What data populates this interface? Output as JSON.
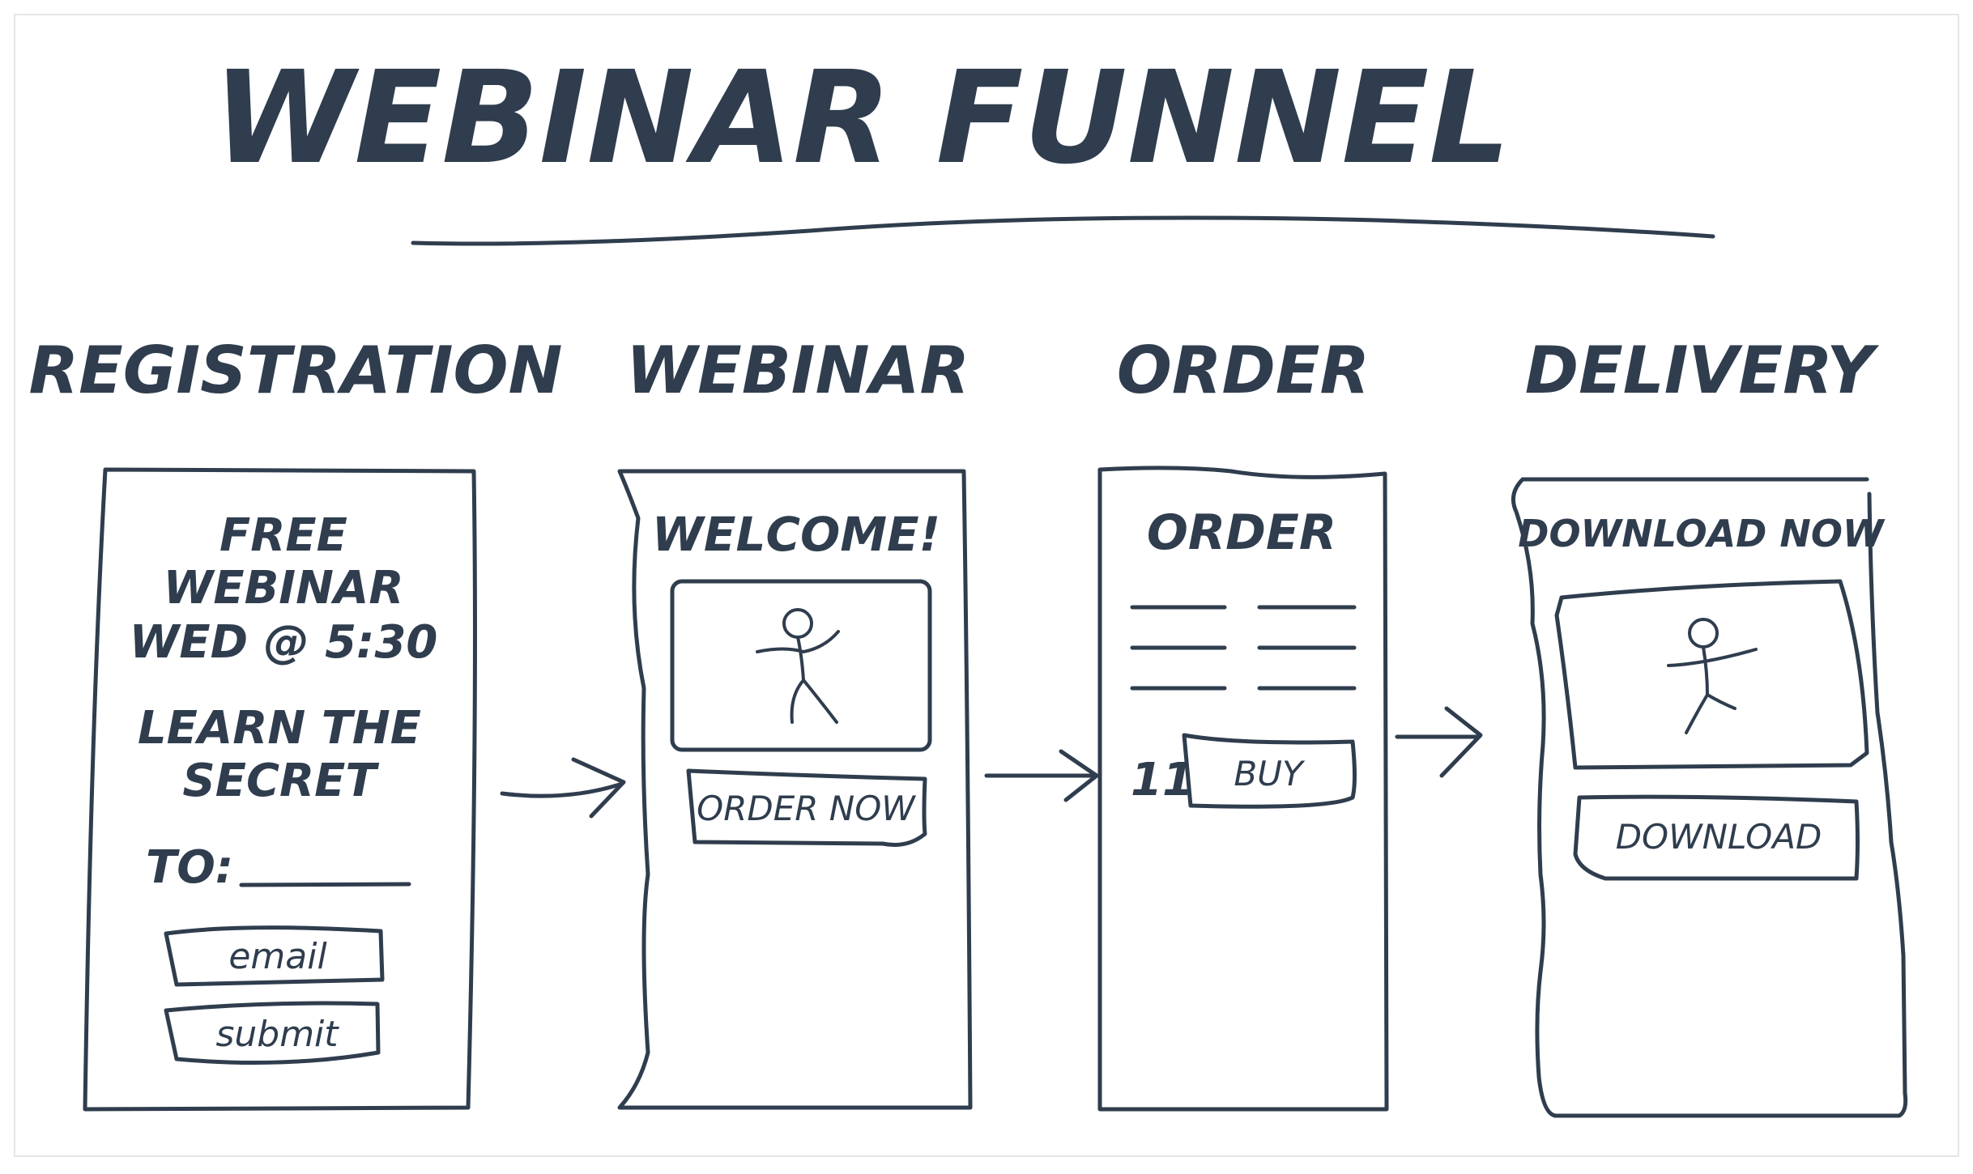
{
  "title": "WEBINAR FUNNEL",
  "stages": [
    {
      "heading": "REGISTRATION",
      "lines": [
        "FREE",
        "WEBINAR",
        "WED @ 5:30",
        "LEARN THE",
        "SECRET",
        "TO:"
      ],
      "email_button": "email",
      "submit_button": "submit"
    },
    {
      "heading": "WEBINAR",
      "page_title": "WELCOME!",
      "button": "ORDER NOW"
    },
    {
      "heading": "ORDER",
      "page_title": "ORDER",
      "price": "11",
      "button": "BUY"
    },
    {
      "heading": "DELIVERY",
      "page_title": "DOWNLOAD NOW",
      "button": "DOWNLOAD"
    }
  ],
  "colors": {
    "ink": "#2f3d4e",
    "background": "#ffffff",
    "frame": "#e6e6e6"
  }
}
